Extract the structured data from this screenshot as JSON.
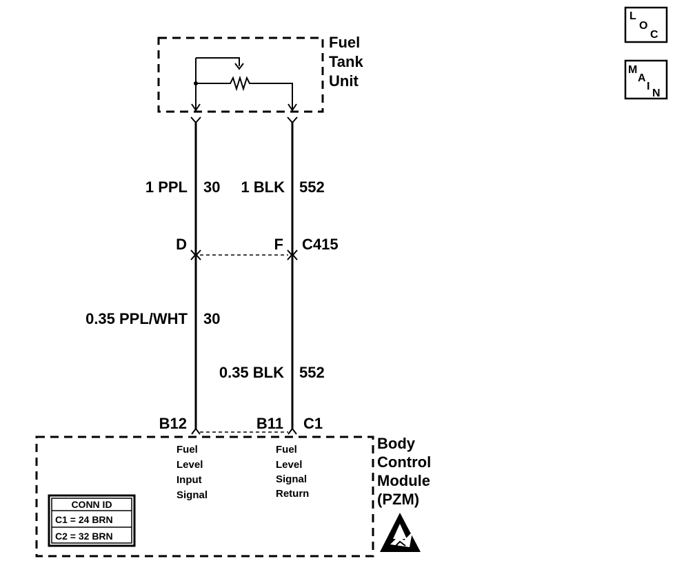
{
  "fuel_tank_unit": {
    "line1": "Fuel",
    "line2": "Tank",
    "line3": "Unit"
  },
  "wires_upper": {
    "left": {
      "gauge_color": "1 PPL",
      "circuit": "30"
    },
    "right": {
      "gauge_color": "1 BLK",
      "circuit": "552"
    }
  },
  "connector_c415": {
    "pin_left": "D",
    "pin_right": "F",
    "name": "C415"
  },
  "wires_lower": {
    "left": {
      "gauge_color": "0.35 PPL/WHT",
      "circuit": "30"
    },
    "right": {
      "gauge_color": "0.35 BLK",
      "circuit": "552"
    }
  },
  "bcm_pins": {
    "left": "B12",
    "right": "B11",
    "connector": "C1"
  },
  "bcm_signals": {
    "left": [
      "Fuel",
      "Level",
      "Input",
      "Signal"
    ],
    "right": [
      "Fuel",
      "Level",
      "Signal",
      "Return"
    ]
  },
  "bcm": {
    "line1": "Body",
    "line2": "Control",
    "line3": "Module",
    "line4": "(PZM)"
  },
  "conn_id": {
    "header": "CONN ID",
    "row1": "C1 = 24 BRN",
    "row2": "C2 = 32 BRN"
  },
  "buttons": {
    "loc": {
      "l": "L",
      "o": "O",
      "c": "C"
    },
    "main": {
      "m": "M",
      "a": "A",
      "i": "I",
      "n": "N"
    }
  },
  "icons": {
    "esd": "esd-warning-icon"
  }
}
